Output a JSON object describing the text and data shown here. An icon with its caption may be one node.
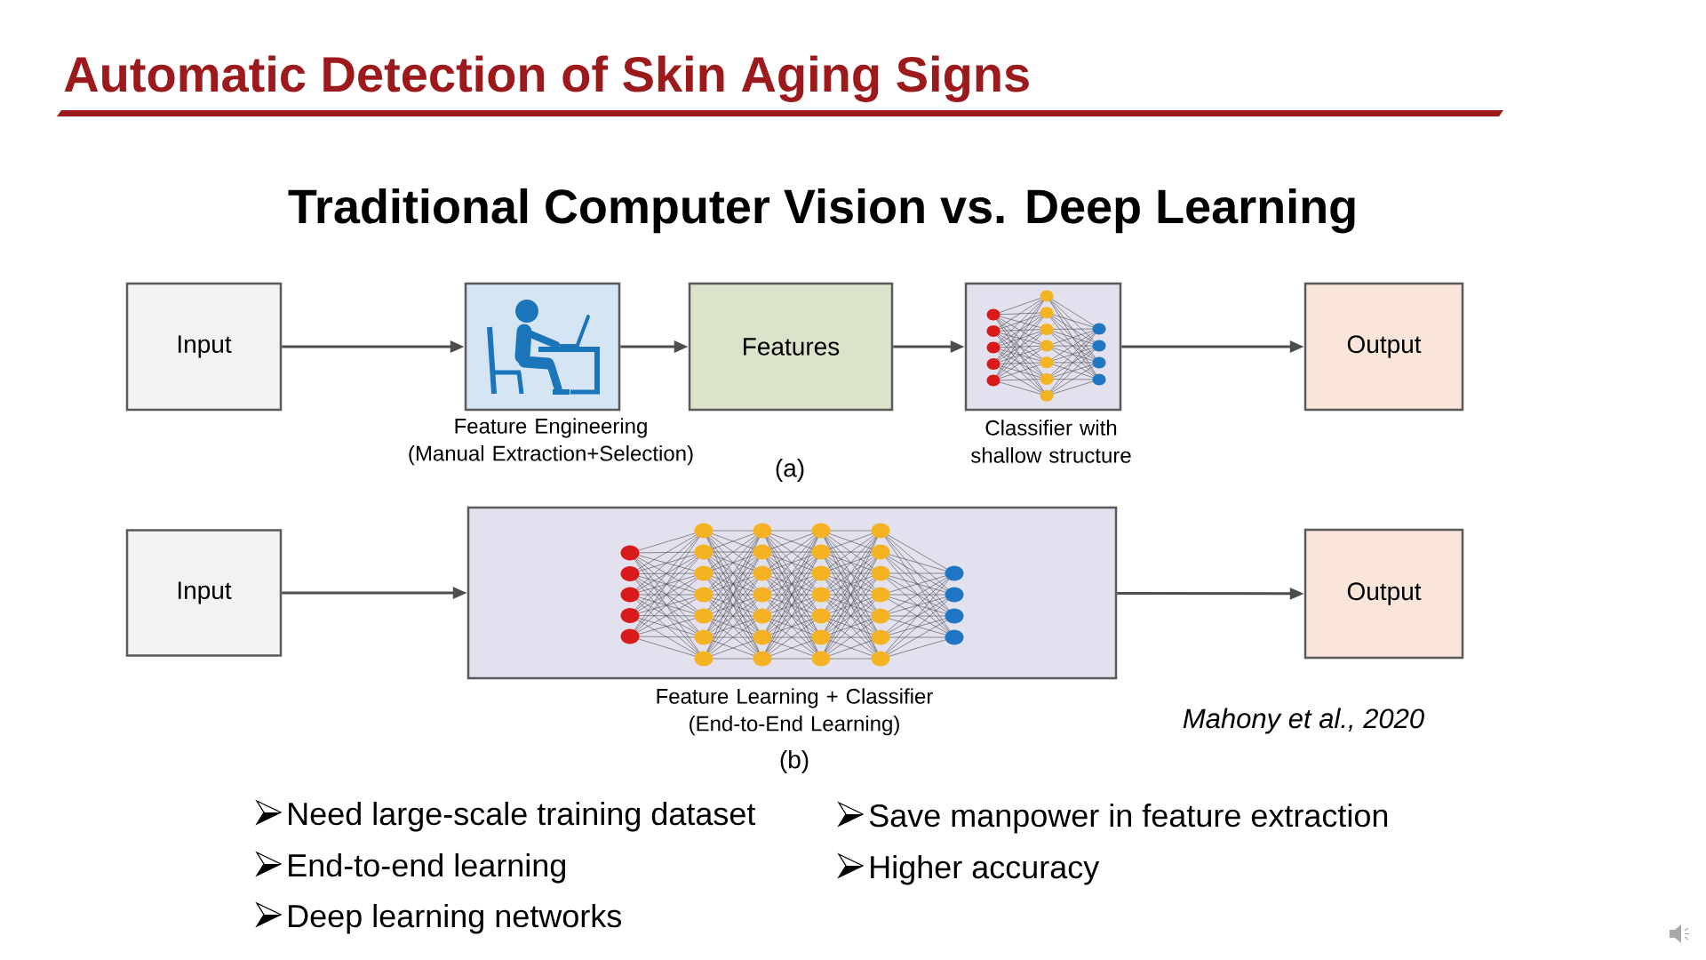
{
  "diagram": {
    "title": "Automatic Detection of Skin Aging Signs",
    "nodes": [
      {
        "text": [
          "Input"
        ]
      },
      {
        "text": [],
        "shape": "picture",
        "beside": [
          "Feature Engineering",
          "(Manual Extraction+Selection)"
        ]
      },
      {
        "text": [
          "Features"
        ]
      },
      {
        "text": [],
        "shape": "picture",
        "beside": [
          "Classifier with shallow structure"
        ]
      },
      {
        "text": [
          "Output"
        ]
      },
      {
        "text": [
          "Input"
        ]
      },
      {
        "text": [],
        "shape": "picture",
        "beside": [
          "Feature Learning + Classifier",
          "(End-to-End Learning)"
        ]
      },
      {
        "text": [
          "Output"
        ]
      }
    ],
    "edges": [
      {
        "from": 0,
        "to": 1,
        "arrow": "to"
      },
      {
        "from": 1,
        "to": 2,
        "arrow": "to"
      },
      {
        "from": 2,
        "to": 3,
        "arrow": "to"
      },
      {
        "from": 3,
        "to": 4,
        "arrow": "to"
      },
      {
        "from": 5,
        "to": 6,
        "arrow": "to"
      },
      {
        "from": 6,
        "to": 7,
        "arrow": "to"
      }
    ],
    "labels": [
      "Traditional Computer Vision vs. Deep Learning",
      "(a)",
      "Mahony et al., 2020",
      "(b)",
      "Need large-scale training dataset",
      "End-to-end learning",
      "Deep learning networks",
      "Save manpower in feature extraction",
      "Higher accuracy"
    ]
  }
}
